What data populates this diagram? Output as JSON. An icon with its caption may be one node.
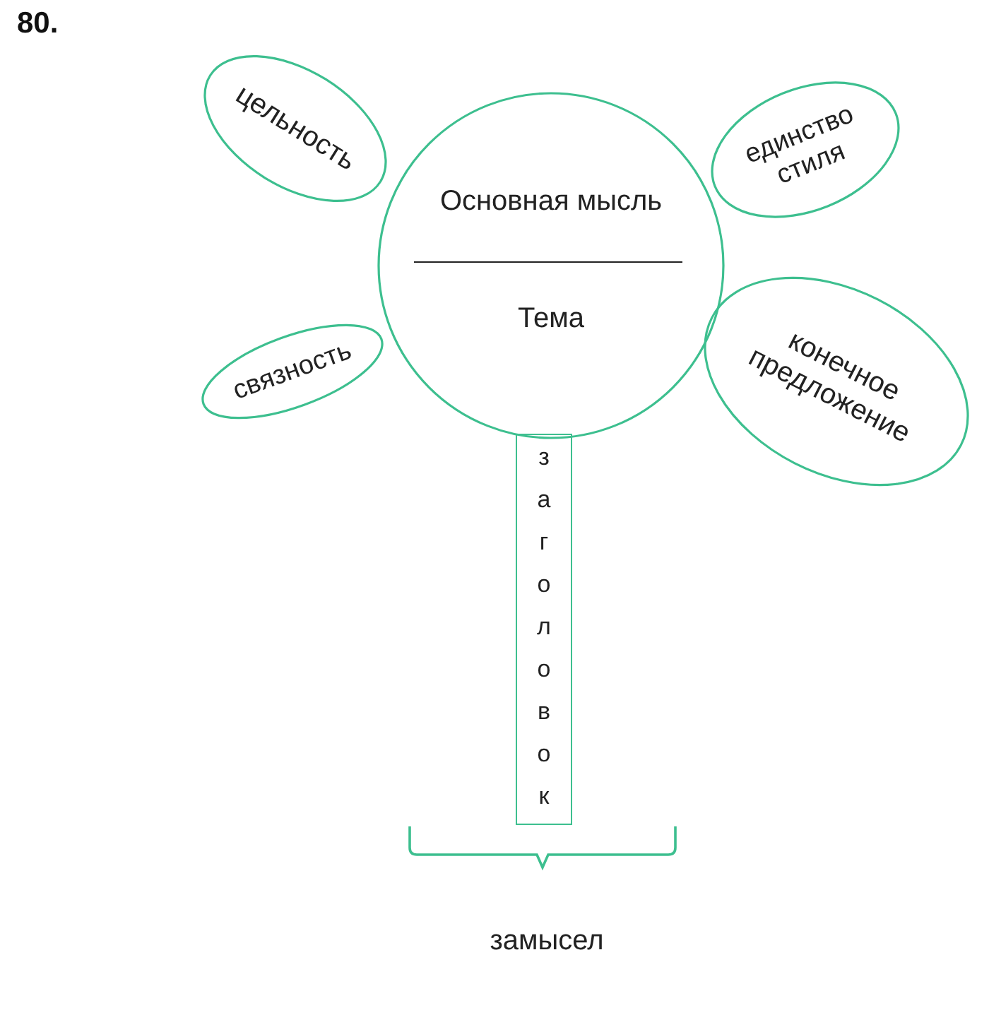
{
  "diagram": {
    "title": "80.",
    "nodes": [
      {
        "text": [
          "цельность"
        ]
      },
      {
        "text": [
          "единство стиля"
        ]
      },
      {
        "text": [
          "Основная мысль",
          "Тема"
        ]
      },
      {
        "text": [
          "связность"
        ]
      },
      {
        "text": [
          "конечное предложение"
        ]
      },
      {
        "text": [
          "заголовок"
        ]
      }
    ],
    "labels": [
      "замысел"
    ]
  }
}
